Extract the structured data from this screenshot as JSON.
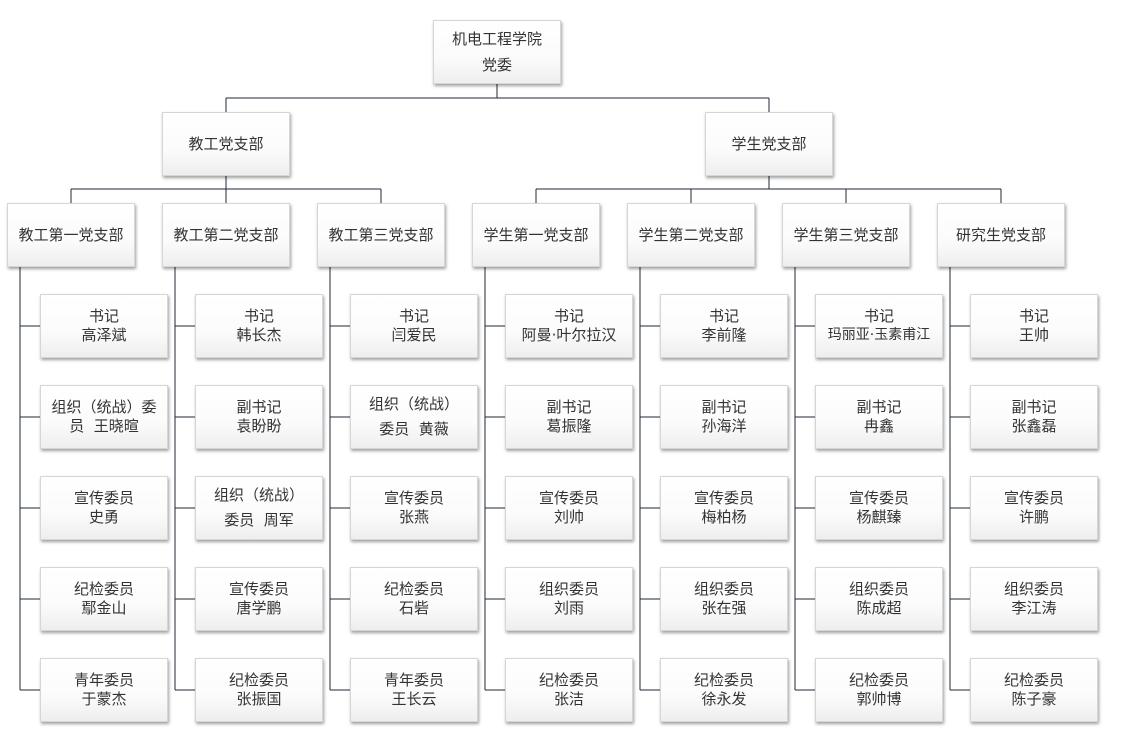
{
  "root": {
    "line1": "机电工程学院",
    "line2": "党委"
  },
  "level1": [
    {
      "label": "教工党支部"
    },
    {
      "label": "学生党支部"
    }
  ],
  "branches": [
    {
      "label": "教工第一党支部",
      "members": [
        {
          "line1": "书记",
          "line2": "高泽斌"
        },
        {
          "line1": "组织（统战）委",
          "line2": "员  王晓暄"
        },
        {
          "line1": "宣传委员",
          "line2": "史勇"
        },
        {
          "line1": "纪检委员",
          "line2": "鄢金山"
        },
        {
          "line1": "青年委员",
          "line2": "于蒙杰"
        }
      ]
    },
    {
      "label": "教工第二党支部",
      "members": [
        {
          "line1": "书记",
          "line2": "韩长杰"
        },
        {
          "line1": "副书记",
          "line2": "袁盼盼"
        },
        {
          "line1": "组织（统战）",
          "line2": "委员  周军"
        },
        {
          "line1": "宣传委员",
          "line2": "唐学鹏"
        },
        {
          "line1": "纪检委员",
          "line2": "张振国"
        }
      ]
    },
    {
      "label": "教工第三党支部",
      "members": [
        {
          "line1": "书记",
          "line2": "闫爱民"
        },
        {
          "line1": "组织（统战）",
          "line2": "委员  黄薇"
        },
        {
          "line1": "宣传委员",
          "line2": "张燕"
        },
        {
          "line1": "纪检委员",
          "line2": "石砦"
        },
        {
          "line1": "青年委员",
          "line2": "王长云"
        }
      ]
    },
    {
      "label": "学生第一党支部",
      "members": [
        {
          "line1": "书记",
          "line2": "阿曼·叶尔拉汉"
        },
        {
          "line1": "副书记",
          "line2": "葛振隆"
        },
        {
          "line1": "宣传委员",
          "line2": "刘帅"
        },
        {
          "line1": "组织委员",
          "line2": "刘雨"
        },
        {
          "line1": "纪检委员",
          "line2": "张洁"
        }
      ]
    },
    {
      "label": "学生第二党支部",
      "members": [
        {
          "line1": "书记",
          "line2": "李前隆"
        },
        {
          "line1": "副书记",
          "line2": "孙海洋"
        },
        {
          "line1": "宣传委员",
          "line2": "梅柏杨"
        },
        {
          "line1": "组织委员",
          "line2": "张在强"
        },
        {
          "line1": "纪检委员",
          "line2": "徐永发"
        }
      ]
    },
    {
      "label": "学生第三党支部",
      "members": [
        {
          "line1": "书记",
          "line2": "玛丽亚·玉素甫江"
        },
        {
          "line1": "副书记",
          "line2": "冉鑫"
        },
        {
          "line1": "宣传委员",
          "line2": "杨麒臻"
        },
        {
          "line1": "组织委员",
          "line2": "陈成超"
        },
        {
          "line1": "纪检委员",
          "line2": "郭帅博"
        }
      ]
    },
    {
      "label": "研究生党支部",
      "members": [
        {
          "line1": "书记",
          "line2": "王帅"
        },
        {
          "line1": "副书记",
          "line2": "张鑫磊"
        },
        {
          "line1": "宣传委员",
          "line2": "许鹏"
        },
        {
          "line1": "组织委员",
          "line2": "李江涛"
        },
        {
          "line1": "纪检委员",
          "line2": "陈子豪"
        }
      ]
    }
  ]
}
